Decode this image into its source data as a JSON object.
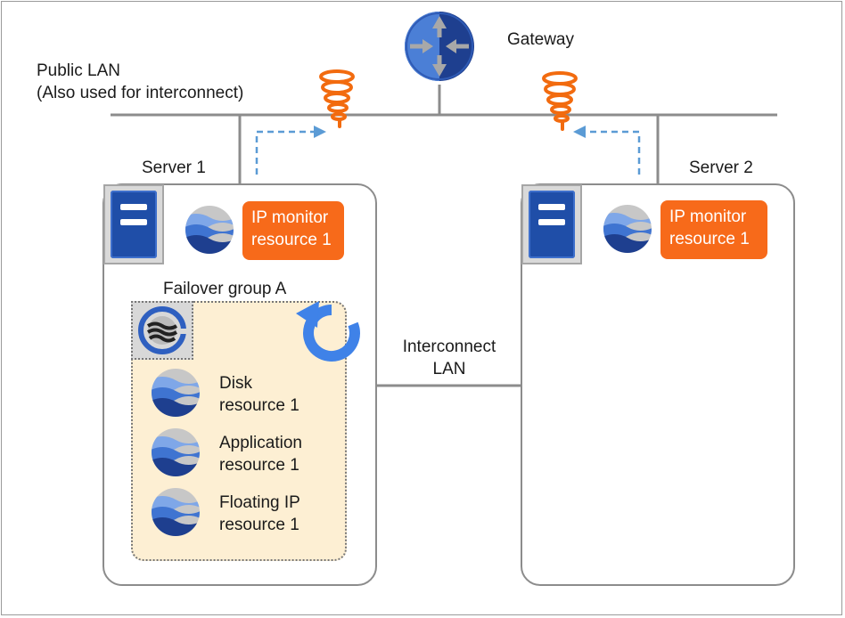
{
  "gateway": {
    "label": "Gateway"
  },
  "public_lan": {
    "line1": "Public LAN",
    "line2": "(Also used for interconnect)"
  },
  "interconnect": {
    "line1": "Interconnect",
    "line2": "LAN"
  },
  "server1": {
    "label": "Server 1",
    "monitor": {
      "line1": "IP monitor",
      "line2": "resource 1"
    },
    "group": {
      "label": "Failover group A",
      "resources": [
        {
          "line1": "Disk",
          "line2": "resource 1"
        },
        {
          "line1": "Application",
          "line2": "resource 1"
        },
        {
          "line1": "Floating IP",
          "line2": "resource 1"
        }
      ]
    }
  },
  "server2": {
    "label": "Server 2",
    "monitor": {
      "line1": "IP monitor",
      "line2": "resource 1"
    }
  },
  "colors": {
    "monitor_orange": "#f76a1a",
    "server_blue": "#1f4ea8",
    "group_fill": "#fdefd3",
    "arrow_blue": "#5b9bd5",
    "failure_orange": "#f26b0f"
  }
}
